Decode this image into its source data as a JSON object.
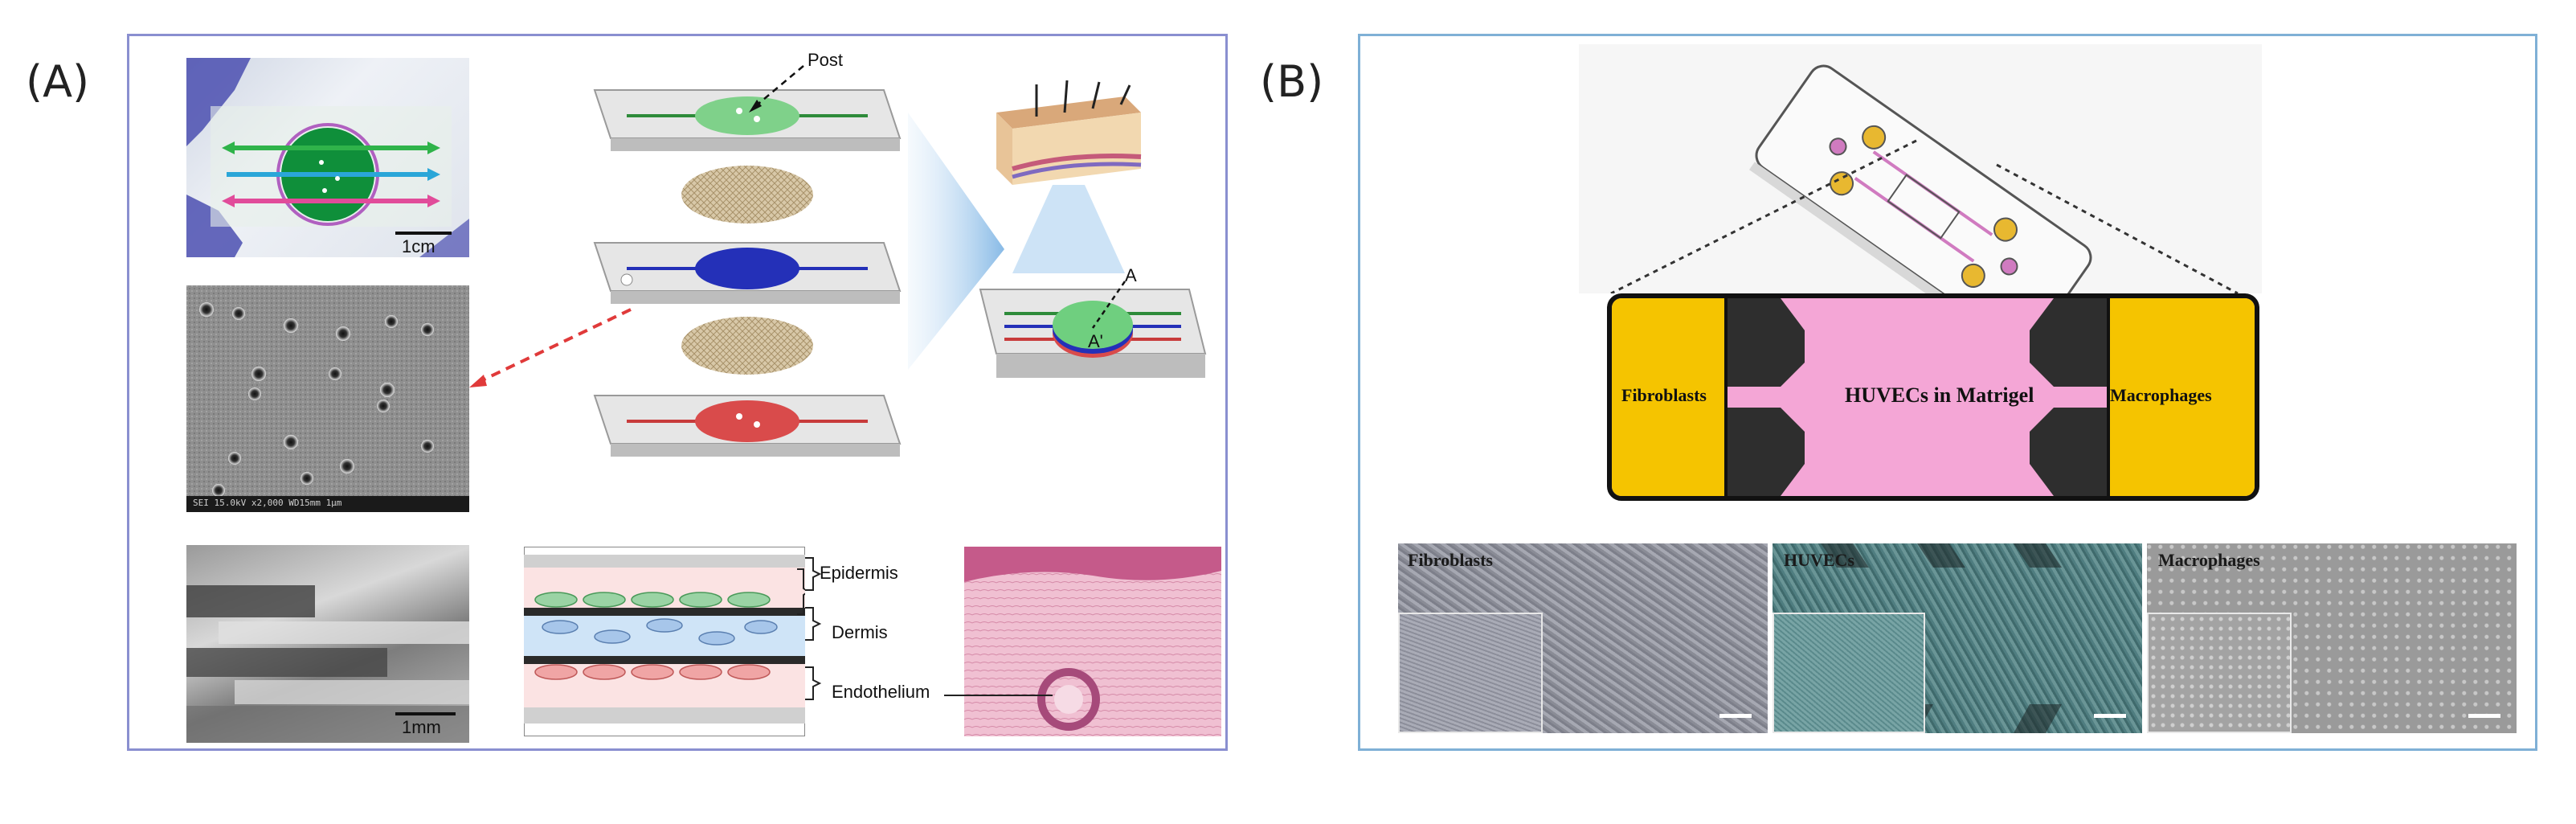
{
  "panels": {
    "a": {
      "label": "(A)"
    },
    "b": {
      "label": "(B)"
    }
  },
  "panel_a": {
    "photo_scale": "1cm",
    "stack_scale": "1mm",
    "post_label": "Post",
    "section_label_a": "A",
    "section_label_a_prime": "A'",
    "layers": [
      "Epidermis",
      "Dermis",
      "Endothelium"
    ],
    "sem_footer": "SEI  15.0kV  x2,000  WD15mm  1μm"
  },
  "panel_b": {
    "chip_left": "Fibroblasts",
    "chip_center": "HUVECs in Matrigel",
    "chip_right": "Macrophages",
    "micrographs": [
      "Fibroblasts",
      "HUVECs",
      "Macrophages"
    ]
  },
  "colors": {
    "frame_a": "#8a8fd0",
    "frame_b": "#7fb0d6",
    "chip_yellow": "#f5c400",
    "chip_pink": "#f4a6d6",
    "layer_green": "#6fcf7f",
    "layer_blue": "#2430b8",
    "layer_red": "#d94b4b"
  }
}
